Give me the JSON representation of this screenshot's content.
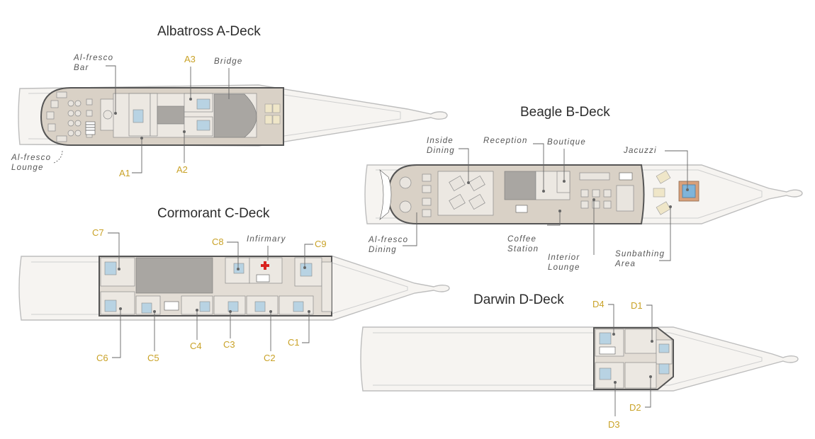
{
  "decks": {
    "a": {
      "title": "Albatross A-Deck",
      "areas": {
        "bar_line1": "Al-fresco",
        "bar_line2": "Bar",
        "bridge": "Bridge",
        "lounge_line1": "Al-fresco",
        "lounge_line2": "Lounge"
      },
      "cabins": [
        "A1",
        "A2",
        "A3"
      ]
    },
    "b": {
      "title": "Beagle B-Deck",
      "areas": {
        "inside_line1": "Inside",
        "inside_line2": "Dining",
        "reception": "Reception",
        "boutique": "Boutique",
        "jacuzzi": "Jacuzzi",
        "alfresco_line1": "Al-fresco",
        "alfresco_line2": "Dining",
        "coffee_line1": "Coffee",
        "coffee_line2": "Station",
        "interior_line1": "Interior",
        "interior_line2": "Lounge",
        "sun_line1": "Sunbathing",
        "sun_line2": "Area"
      }
    },
    "c": {
      "title": "Cormorant C-Deck",
      "areas": {
        "infirmary": "Infirmary"
      },
      "cabins": [
        "C1",
        "C2",
        "C3",
        "C4",
        "C5",
        "C6",
        "C7",
        "C8",
        "C9"
      ]
    },
    "d": {
      "title": "Darwin D-Deck",
      "cabins": [
        "D1",
        "D2",
        "D3",
        "D4"
      ]
    }
  },
  "colors": {
    "cabin_label": "#c9a227",
    "deck_fill": "#d9d1c6",
    "bed": "#b8d3e3",
    "infirmary_cross": "#d9231f"
  }
}
